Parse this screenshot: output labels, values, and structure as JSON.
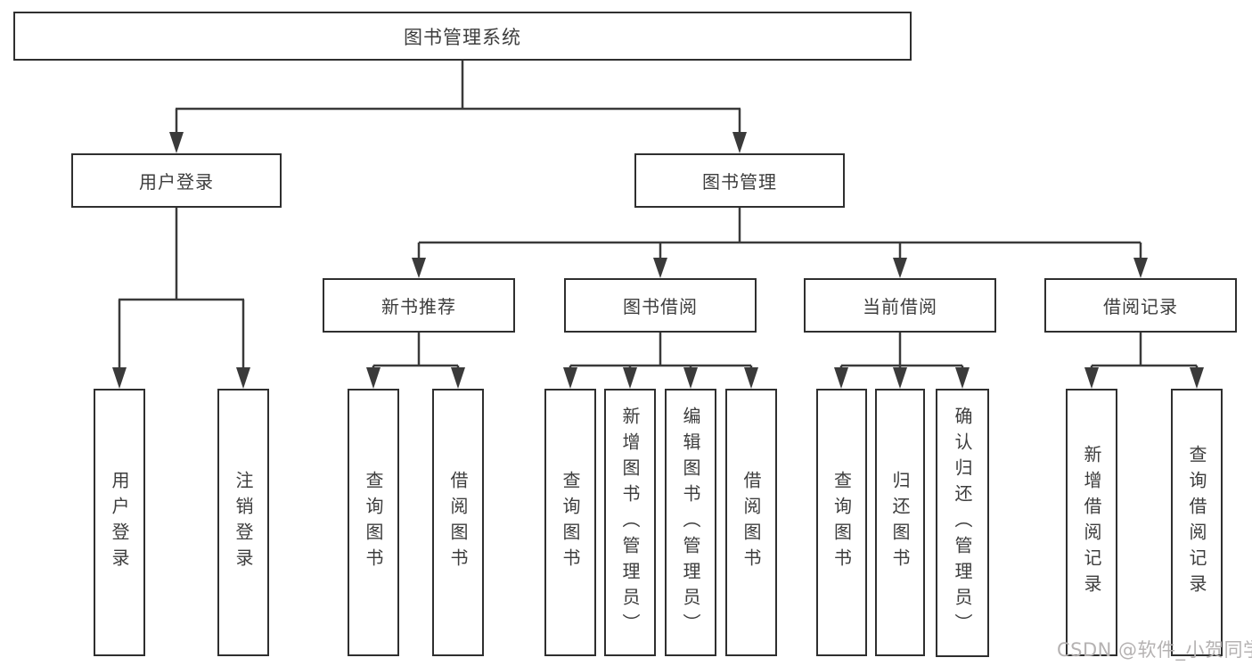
{
  "nodes": {
    "root": {
      "label": "图书管理系统"
    },
    "level2": [
      {
        "label": "用户登录"
      },
      {
        "label": "图书管理"
      }
    ],
    "level3": [
      {
        "label": "新书推荐"
      },
      {
        "label": "图书借阅"
      },
      {
        "label": "当前借阅"
      },
      {
        "label": "借阅记录"
      }
    ],
    "leaves": {
      "login": [
        {
          "label": "用户登录"
        },
        {
          "label": "注销登录"
        }
      ],
      "recommend": [
        {
          "label": "查询图书"
        },
        {
          "label": "借阅图书"
        }
      ],
      "borrow": [
        {
          "label": "查询图书"
        },
        {
          "label": "新增图书（管理员）"
        },
        {
          "label": "编辑图书（管理员）"
        },
        {
          "label": "借阅图书"
        }
      ],
      "current": [
        {
          "label": "查询图书"
        },
        {
          "label": "归还图书"
        },
        {
          "label": "确认归还（管理员）"
        }
      ],
      "records": [
        {
          "label": "新增借阅记录"
        },
        {
          "label": "查询借阅记录"
        }
      ]
    }
  },
  "watermark": "CSDN @软件_小贺同学",
  "colors": {
    "line": "#3a3a3a",
    "box_border": "#2f2f2f",
    "text": "#3d3d3d",
    "background": "#ffffff",
    "watermark": "#b5b2b2"
  }
}
